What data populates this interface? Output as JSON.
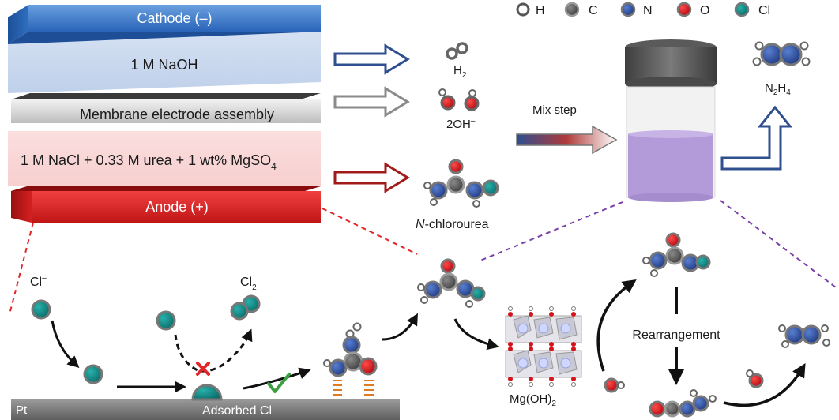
{
  "legend": {
    "items": [
      {
        "symbol": "H",
        "color": "#ffffff"
      },
      {
        "symbol": "C",
        "color": "#5a5a5a"
      },
      {
        "symbol": "N",
        "color": "#2d4fa0"
      },
      {
        "symbol": "O",
        "color": "#d4131a"
      },
      {
        "symbol": "Cl",
        "color": "#138a87"
      }
    ]
  },
  "cell": {
    "cathode": "Cathode (–)",
    "catholyte": "1 M NaOH",
    "membrane": "Membrane electrode assembly",
    "anolyte_main": "1 M NaCl + 0.33 M urea + 1 wt% MgSO",
    "anolyte_sub": "4",
    "anode": "Anode (+)"
  },
  "products": {
    "h2": "H",
    "h2_sub": "2",
    "oh": "2OH",
    "oh_sup": "–",
    "chlorourea_italic": "N",
    "chlorourea_rest": "-chlorourea",
    "hydrazine_n": "N",
    "hydrazine_n_sub": "2",
    "hydrazine_h": "H",
    "hydrazine_h_sub": "4"
  },
  "process": {
    "mix_step": "Mix step"
  },
  "mechanism": {
    "cl_ion": "Cl",
    "cl_ion_sup": "–",
    "cl2": "Cl",
    "cl2_sub": "2",
    "pt": "Pt",
    "adsorbed": "Adsorbed Cl",
    "mgoh2": "Mg(OH)",
    "mgoh2_sub": "2",
    "rearrangement": "Rearrangement"
  },
  "colors": {
    "cathode_blue": "#2f6fc0",
    "anode_red": "#d42020",
    "arrow_blue": "#2f4f8f",
    "arrow_gray": "#8a8a8a",
    "arrow_red": "#a01a1a",
    "vial_liquid": "#b39ad8",
    "pt_gray": "#7a7a7a"
  }
}
